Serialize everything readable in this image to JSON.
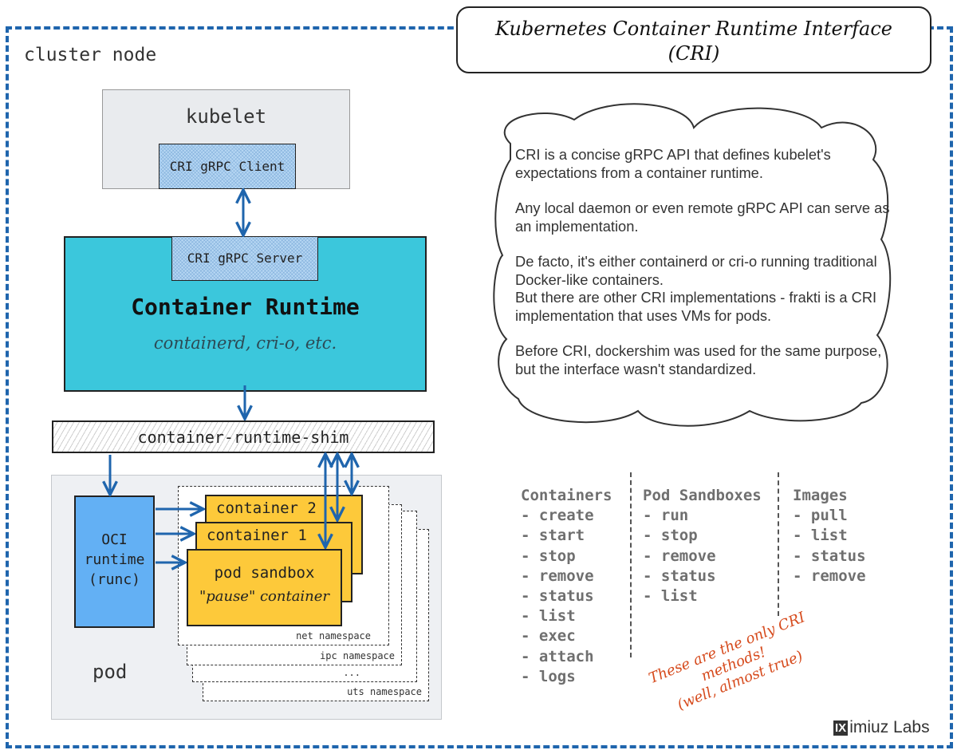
{
  "title": {
    "line1": "Kubernetes Container Runtime Interface",
    "line2": "(CRI)"
  },
  "cluster_node": {
    "label": "cluster node"
  },
  "kubelet": {
    "label": "kubelet",
    "client_label": "CRI gRPC Client"
  },
  "container_runtime": {
    "label": "Container Runtime",
    "server_label": "CRI gRPC Server",
    "examples": "containerd, cri-o, etc."
  },
  "shim": {
    "label": "container-runtime-shim"
  },
  "pod": {
    "label": "pod",
    "oci_runtime": {
      "line1": "OCI",
      "line2": "runtime",
      "line3": "(runc)"
    },
    "containers": [
      "container 2",
      "container 1"
    ],
    "sandbox": {
      "title": "pod sandbox",
      "subtitle": "\"pause\" container"
    },
    "namespaces": [
      "net namespace",
      "ipc namespace",
      "...",
      "uts namespace"
    ]
  },
  "cloud": {
    "paragraphs": [
      "CRI is a concise gRPC API that defines kubelet's expectations from a container runtime.",
      "Any local daemon or even remote gRPC API can serve as an implementation.",
      "De facto, it's either containerd or cri-o running traditional Docker-like containers.",
      "But there are other CRI implementations - frakti is a CRI implementation that uses VMs for pods.",
      "Before CRI, dockershim was used for the same purpose, but the interface wasn't standardized."
    ]
  },
  "methods": {
    "containers": {
      "heading": "Containers",
      "items": [
        "- create",
        "- start",
        "- stop",
        "- remove",
        "- status",
        "- list",
        "- exec",
        "- attach",
        "- logs"
      ]
    },
    "pod_sandboxes": {
      "heading": "Pod Sandboxes",
      "items": [
        "- run",
        "- stop",
        "- remove",
        "- status",
        "- list"
      ]
    },
    "images": {
      "heading": "Images",
      "items": [
        "- pull",
        "- list",
        "- status",
        "- remove"
      ]
    }
  },
  "note": {
    "line1": "These are the only CRI methods!",
    "line2": "(well, almost true)"
  },
  "brand": {
    "logo": "IX",
    "name": "imiuz Labs"
  },
  "colors": {
    "frame_blue": "#1f65ad",
    "runtime_cyan": "#3bc7dc",
    "oci_blue": "#63b0f4",
    "container_yellow": "#fdc93a",
    "note_orange": "#d64a1c"
  }
}
